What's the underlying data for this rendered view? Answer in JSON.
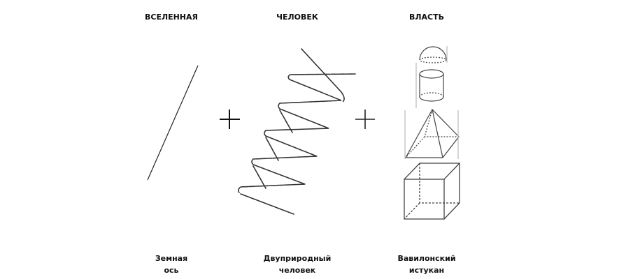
{
  "columns": [
    {
      "title": "ВСЕЛЕННАЯ",
      "caption_line1": "Земная",
      "caption_line2": "ось",
      "icon": "diagonal-line"
    },
    {
      "title": "ЧЕЛОВЕК",
      "caption_line1": "Двуприродный",
      "caption_line2": "человек",
      "icon": "helix"
    },
    {
      "title": "ВЛАСТЬ",
      "caption_line1": "Вавилонский",
      "caption_line2": "истукан",
      "icon": "stacked-solids"
    }
  ],
  "operators": [
    "+",
    "+"
  ]
}
